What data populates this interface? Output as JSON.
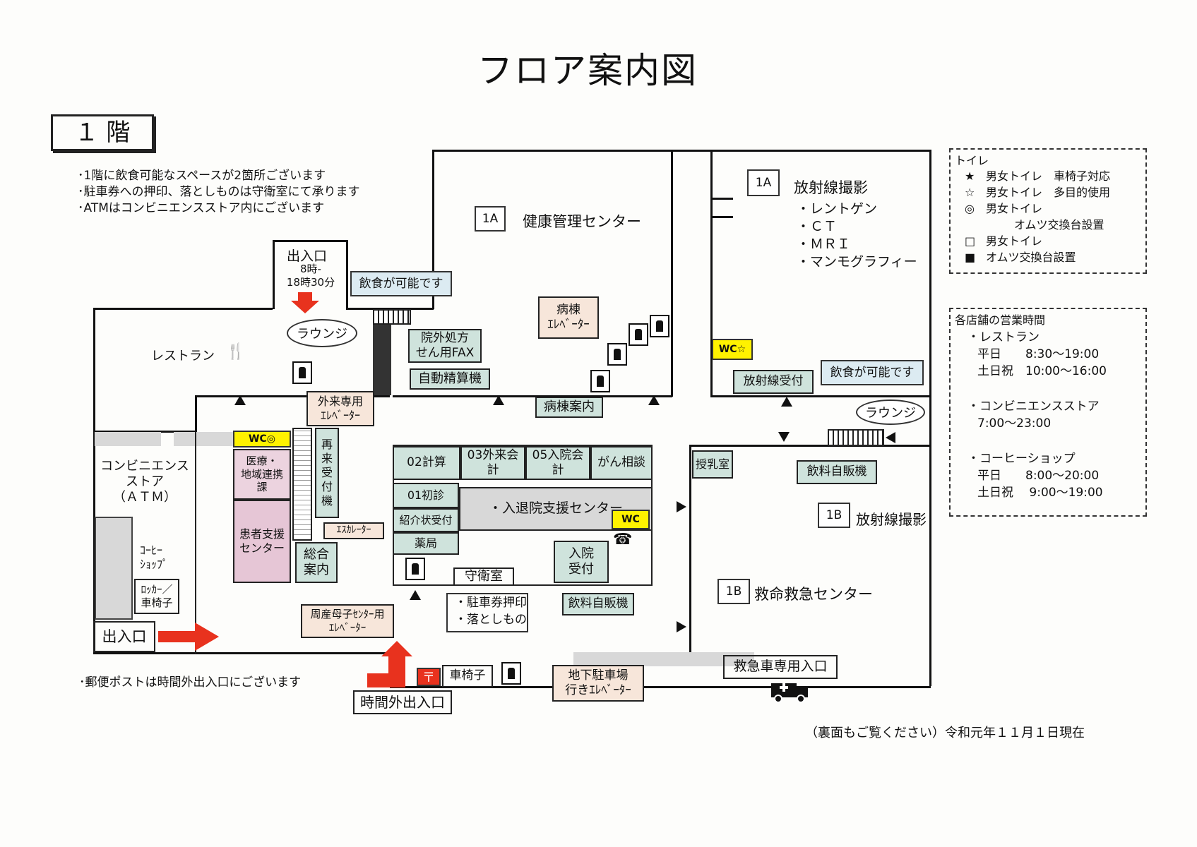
{
  "title": "フロア案内図",
  "floor_badge": "１ 階",
  "notes": [
    "･1階に飲食可能なスペースが2箇所ございます",
    "･駐車券への押印、落としものは守衛室にて承ります",
    "･ATMはコンビニエンスストア内にございます"
  ],
  "postbox_note": "･郵便ポストは時間外出入口にございます",
  "footer_note": "（裏面もご覧ください）令和元年１１月１日現在",
  "toilet_legend": {
    "title": "トイレ",
    "items": [
      {
        "symbol": "★",
        "text": "男女トイレ　車椅子対応"
      },
      {
        "symbol": "☆",
        "text": "男女トイレ　多目的使用"
      },
      {
        "symbol": "◎",
        "text": "男女トイレ"
      },
      {
        "symbol": "",
        "text": "オムツ交換台設置"
      },
      {
        "symbol": "□",
        "text": "男女トイレ"
      },
      {
        "symbol": "■",
        "text": "オムツ交換台設置"
      }
    ]
  },
  "hours_box": {
    "title": "各店舗の営業時間",
    "restaurant": {
      "name": "・レストラン",
      "weekday": "平日　　8:30～19:00",
      "weekend": "土日祝　10:00～16:00"
    },
    "convenience": {
      "name": "・コンビニエンスストア",
      "hours": "7:00～23:00"
    },
    "coffee": {
      "name": "・コーヒーショップ",
      "weekday": "平日　　8:00～20:00",
      "weekend": "土日祝　 9:00～19:00"
    }
  },
  "rooms": {
    "health_center_badge": "1A",
    "health_center": "健康管理センター",
    "radiology_badge": "1A",
    "radiology": "放射線撮影",
    "radiology_items": [
      "・レントゲン",
      "・ＣＴ",
      "・ＭＲＩ",
      "・マンモグラフィー"
    ],
    "radiology_1b_badge": "1B",
    "radiology_1b": "放射線撮影",
    "er_badge": "1B",
    "er": "救命救急センター",
    "restaurant": "レストラン",
    "convenience": "コンビニエンス\nストア\n（ＡＴＭ）",
    "coffee": "ｺｰﾋｰ\nｼｮｯﾌﾟ",
    "locker": "ﾛｯｶｰ／\n車椅子",
    "medical_liaison": "医療・\n地域連携\n課",
    "patient_support": "患者支援\nセンター",
    "revisit_reception": "再\n来\n受\n付\n機",
    "escalator": "ｴｽｶﾚｰﾀｰ",
    "general_info": "総合\n案内",
    "calc_02": "02計算",
    "outpatient_03": "03外来会計",
    "inpatient_05": "05入院会計",
    "cancer_consult": "がん相談",
    "first_visit_01": "01初診",
    "referral": "紹介状受付",
    "admission_support": "・入退院支援センター",
    "pharmacy": "薬局",
    "admission_reception": "入院\n受付",
    "guard_room": "守衛室",
    "guard_services": [
      "・駐車券押印",
      "・落としもの"
    ],
    "nursing_room": "授乳室",
    "radiology_reception": "放射線受付",
    "ward_info": "病棟案内",
    "outside_rx_fax": "院外処方\nせん用FAX",
    "auto_payment": "自動精算機",
    "ward_elevator": "病棟\nｴﾚﾍﾞｰﾀｰ",
    "outpatient_elevator": "外来専用\nｴﾚﾍﾞｰﾀｰ",
    "maternity_elevator": "周産母子ｾﾝﾀｰ用\nｴﾚﾍﾞｰﾀｰ",
    "basement_parking_elevator": "地下駐車場\n行きｴﾚﾍﾞｰﾀｰ",
    "drink_vending_center": "飲料自販機",
    "drink_vending_right": "飲料自販機",
    "wheelchair": "車椅子",
    "ambulance_entrance": "救急車専用入口",
    "after_hours_entrance": "時間外出入口",
    "left_entrance": "出入口",
    "top_entrance": "出入口",
    "top_entrance_hours": "8時-\n18時30分",
    "lounge_left": "ラウンジ",
    "lounge_right": "ラウンジ",
    "eating_ok_left": "飲食が可能です",
    "eating_ok_right": "飲食が可能です",
    "wc_omutsu": "WC◎",
    "wc_multi": "WC☆",
    "wc_plain": "WC",
    "postbox_symbol": "〒"
  }
}
